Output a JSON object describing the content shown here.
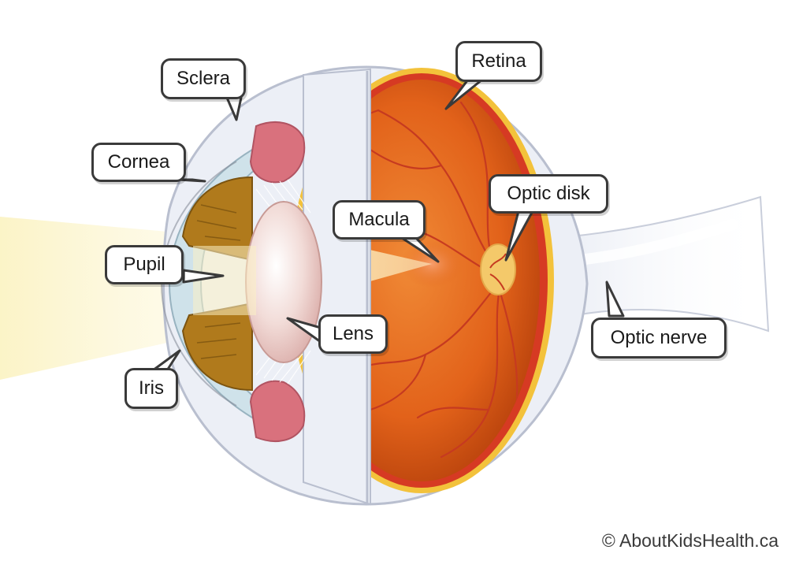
{
  "labels": {
    "sclera": "Sclera",
    "retina": "Retina",
    "cornea": "Cornea",
    "optic_disk": "Optic disk",
    "macula": "Macula",
    "pupil": "Pupil",
    "lens": "Lens",
    "optic_nerve": "Optic nerve",
    "iris": "Iris"
  },
  "credit": "© AboutKidsHealth.ca",
  "colors": {
    "interior": "#e2621a",
    "interior_dark": "#b8420c",
    "retina_band": "#d63a23",
    "choroid_band": "#f3c23b",
    "sclera": "#eceff6",
    "ciliary": "#d9717d",
    "light_beam": "#fcf4c8",
    "lens": "#f2dcd8",
    "iris": "#b07a1c",
    "vessel": "#c63a20",
    "optic_disk": "#f4c96a"
  }
}
